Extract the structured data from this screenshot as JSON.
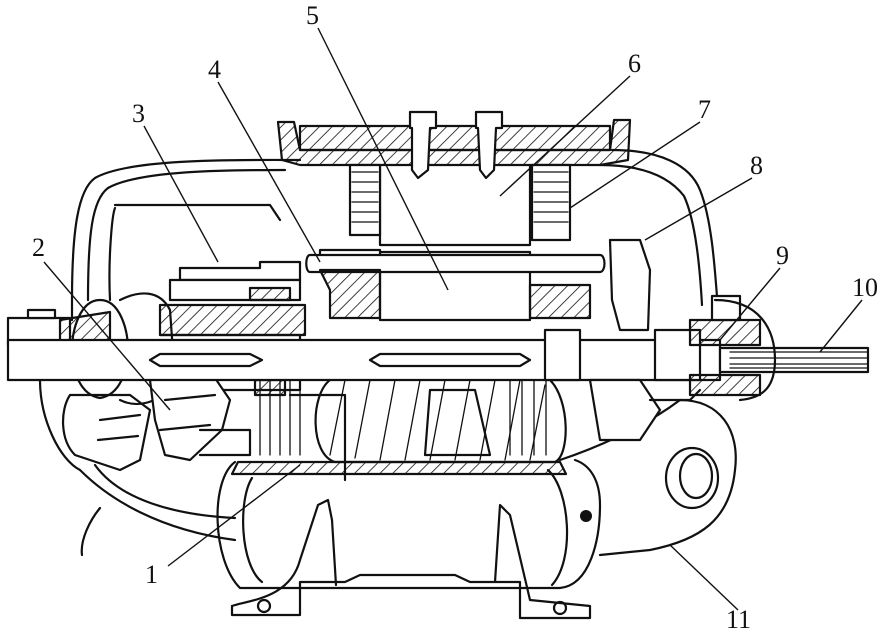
{
  "labels": [
    "1",
    "2",
    "3",
    "4",
    "5",
    "6",
    "7",
    "8",
    "9",
    "10",
    "11"
  ],
  "colors": {
    "ink": "#111111",
    "paper": "#ffffff"
  }
}
